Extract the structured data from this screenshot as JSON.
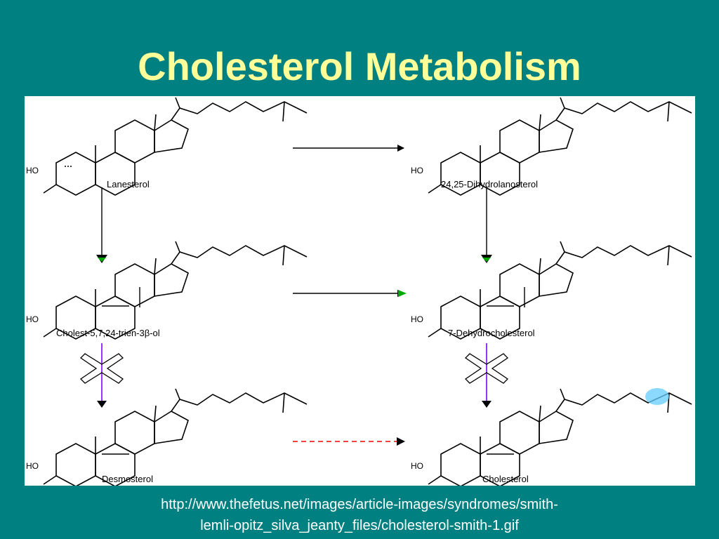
{
  "slide": {
    "title": "Cholesterol Metabolism"
  },
  "diagram": {
    "compounds": [
      {
        "name": "Lanesterol",
        "hydroxyl": "HO"
      },
      {
        "name": "24,25-Dihydrolanosterol",
        "hydroxyl": "HO"
      },
      {
        "name": "Cholest-5,7,24-trien-3β-ol",
        "hydroxyl": "HO"
      },
      {
        "name": "7-Dehydrocholesterol",
        "hydroxyl": "HO"
      },
      {
        "name": "Desmosterol",
        "hydroxyl": "HO"
      },
      {
        "name": "Cholesterol",
        "hydroxyl": "HO"
      }
    ],
    "colors": {
      "reaction_arrow": "#000000",
      "arrowhead_accent": "#00aa00",
      "blocked_step": "#9933ff",
      "dashed_step": "#ff0000",
      "highlight": "#66ccff"
    }
  },
  "footer": {
    "url_line1": "http://www.thefetus.net/images/article-images/syndromes/smith-",
    "url_line2": "lemli-opitz_silva_jeanty_files/cholesterol-smith-1.gif"
  }
}
